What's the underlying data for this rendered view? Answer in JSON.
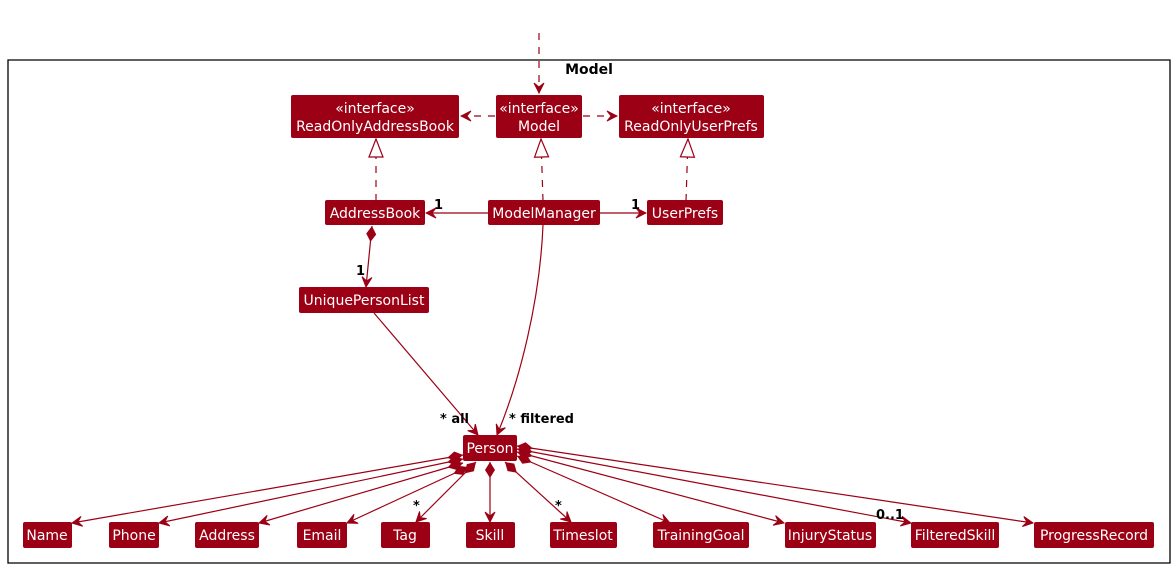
{
  "diagram": {
    "package": {
      "title": "Model"
    },
    "classes": [
      {
        "id": "ReadOnlyAddressBook",
        "stereotype": "«interface»",
        "name": "ReadOnlyAddressBook"
      },
      {
        "id": "Model",
        "stereotype": "«interface»",
        "name": "Model"
      },
      {
        "id": "ReadOnlyUserPrefs",
        "stereotype": "«interface»",
        "name": "ReadOnlyUserPrefs"
      },
      {
        "id": "AddressBook",
        "name": "AddressBook"
      },
      {
        "id": "ModelManager",
        "name": "ModelManager"
      },
      {
        "id": "UserPrefs",
        "name": "UserPrefs"
      },
      {
        "id": "UniquePersonList",
        "name": "UniquePersonList"
      },
      {
        "id": "Person",
        "name": "Person"
      },
      {
        "id": "Name",
        "name": "Name"
      },
      {
        "id": "Phone",
        "name": "Phone"
      },
      {
        "id": "Address",
        "name": "Address"
      },
      {
        "id": "Email",
        "name": "Email"
      },
      {
        "id": "Tag",
        "name": "Tag"
      },
      {
        "id": "Skill",
        "name": "Skill"
      },
      {
        "id": "Timeslot",
        "name": "Timeslot"
      },
      {
        "id": "TrainingGoal",
        "name": "TrainingGoal"
      },
      {
        "id": "InjuryStatus",
        "name": "InjuryStatus"
      },
      {
        "id": "FilteredSkill",
        "name": "FilteredSkill"
      },
      {
        "id": "ProgressRecord",
        "name": "ProgressRecord"
      }
    ],
    "relations": [
      {
        "from": "external",
        "to": "Model",
        "type": "dependency"
      },
      {
        "from": "Model",
        "to": "ReadOnlyAddressBook",
        "type": "dependency"
      },
      {
        "from": "Model",
        "to": "ReadOnlyUserPrefs",
        "type": "dependency"
      },
      {
        "from": "AddressBook",
        "to": "ReadOnlyAddressBook",
        "type": "realization"
      },
      {
        "from": "ModelManager",
        "to": "Model",
        "type": "realization"
      },
      {
        "from": "UserPrefs",
        "to": "ReadOnlyUserPrefs",
        "type": "realization"
      },
      {
        "from": "ModelManager",
        "to": "AddressBook",
        "type": "association",
        "multiplicity": "1"
      },
      {
        "from": "ModelManager",
        "to": "UserPrefs",
        "type": "association",
        "multiplicity": "1"
      },
      {
        "from": "AddressBook",
        "to": "UniquePersonList",
        "type": "composition",
        "multiplicity": "1"
      },
      {
        "from": "UniquePersonList",
        "to": "Person",
        "type": "association",
        "multiplicity": "* all"
      },
      {
        "from": "ModelManager",
        "to": "Person",
        "type": "association",
        "multiplicity": "* filtered"
      },
      {
        "from": "Person",
        "to": "Name",
        "type": "composition"
      },
      {
        "from": "Person",
        "to": "Phone",
        "type": "composition"
      },
      {
        "from": "Person",
        "to": "Address",
        "type": "composition"
      },
      {
        "from": "Person",
        "to": "Email",
        "type": "composition"
      },
      {
        "from": "Person",
        "to": "Tag",
        "type": "composition",
        "multiplicity": "*"
      },
      {
        "from": "Person",
        "to": "Skill",
        "type": "composition"
      },
      {
        "from": "Person",
        "to": "Timeslot",
        "type": "composition",
        "multiplicity": "*"
      },
      {
        "from": "Person",
        "to": "TrainingGoal",
        "type": "composition"
      },
      {
        "from": "Person",
        "to": "InjuryStatus",
        "type": "composition"
      },
      {
        "from": "Person",
        "to": "FilteredSkill",
        "type": "composition",
        "multiplicity": "0..1"
      },
      {
        "from": "Person",
        "to": "ProgressRecord",
        "type": "composition"
      }
    ],
    "labels": {
      "mm_ab": "1",
      "mm_up": "1",
      "ab_upl": "1",
      "all": "* all",
      "filtered": "* filtered",
      "tag": "*",
      "timeslot": "*",
      "filteredskill": "0..1"
    },
    "colors": {
      "class_fill": "#9c0015",
      "class_text": "#ffffff",
      "edge": "#9c0015",
      "frame": "#000000"
    }
  }
}
